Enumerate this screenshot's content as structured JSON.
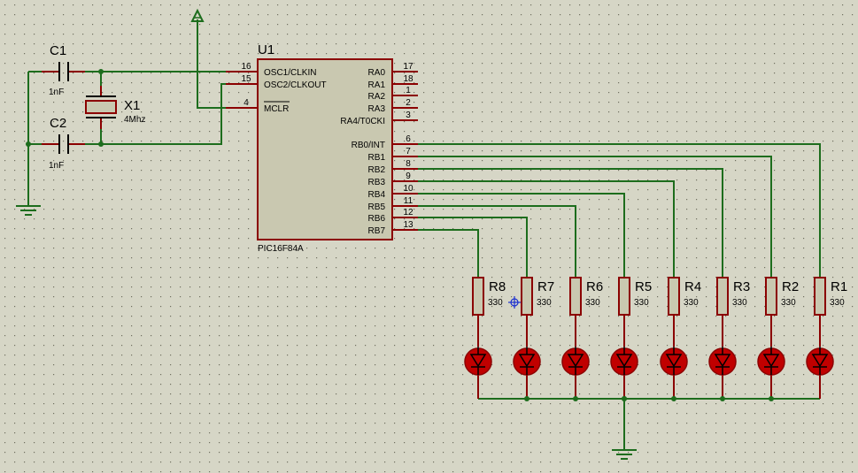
{
  "colors": {
    "background": "#d6d6c6",
    "grid_dot": "#6f6f5f",
    "wire": "#1d6d1d",
    "part_outline": "#8b0000",
    "chip_fill": "#c9c8b0",
    "resistor_fill": "#c9c8b0",
    "led_fill": "#c00000",
    "junction": "#1d6d1d",
    "text": "#000000"
  },
  "chip": {
    "ref": "U1",
    "part": "PIC16F84A",
    "left_pins": [
      {
        "label": "OSC1/CLKIN",
        "num": "16"
      },
      {
        "label": "OSC2/CLKOUT",
        "num": "15"
      },
      {
        "label": "MCLR",
        "num": "4",
        "overbar": true
      }
    ],
    "right_pins_a": [
      {
        "label": "RA0",
        "num": "17"
      },
      {
        "label": "RA1",
        "num": "18"
      },
      {
        "label": "RA2",
        "num": "1"
      },
      {
        "label": "RA3",
        "num": "2"
      },
      {
        "label": "RA4/T0CKI",
        "num": "3"
      }
    ],
    "right_pins_b": [
      {
        "label": "RB0/INT",
        "num": "6"
      },
      {
        "label": "RB1",
        "num": "7"
      },
      {
        "label": "RB2",
        "num": "8"
      },
      {
        "label": "RB3",
        "num": "9"
      },
      {
        "label": "RB4",
        "num": "10"
      },
      {
        "label": "RB5",
        "num": "11"
      },
      {
        "label": "RB6",
        "num": "12"
      },
      {
        "label": "RB7",
        "num": "13"
      }
    ]
  },
  "capacitors": [
    {
      "ref": "C1",
      "value": "1nF"
    },
    {
      "ref": "C2",
      "value": "1nF"
    }
  ],
  "crystal": {
    "ref": "X1",
    "value": "4Mhz"
  },
  "resistors": [
    {
      "ref": "R1",
      "value": "330"
    },
    {
      "ref": "R2",
      "value": "330"
    },
    {
      "ref": "R3",
      "value": "330"
    },
    {
      "ref": "R4",
      "value": "330"
    },
    {
      "ref": "R5",
      "value": "330"
    },
    {
      "ref": "R6",
      "value": "330"
    },
    {
      "ref": "R7",
      "value": "330"
    },
    {
      "ref": "R8",
      "value": "330"
    }
  ],
  "icons": [
    "power-terminal-icon",
    "ground-icon",
    "led-icon",
    "crosshair-cursor-icon"
  ]
}
